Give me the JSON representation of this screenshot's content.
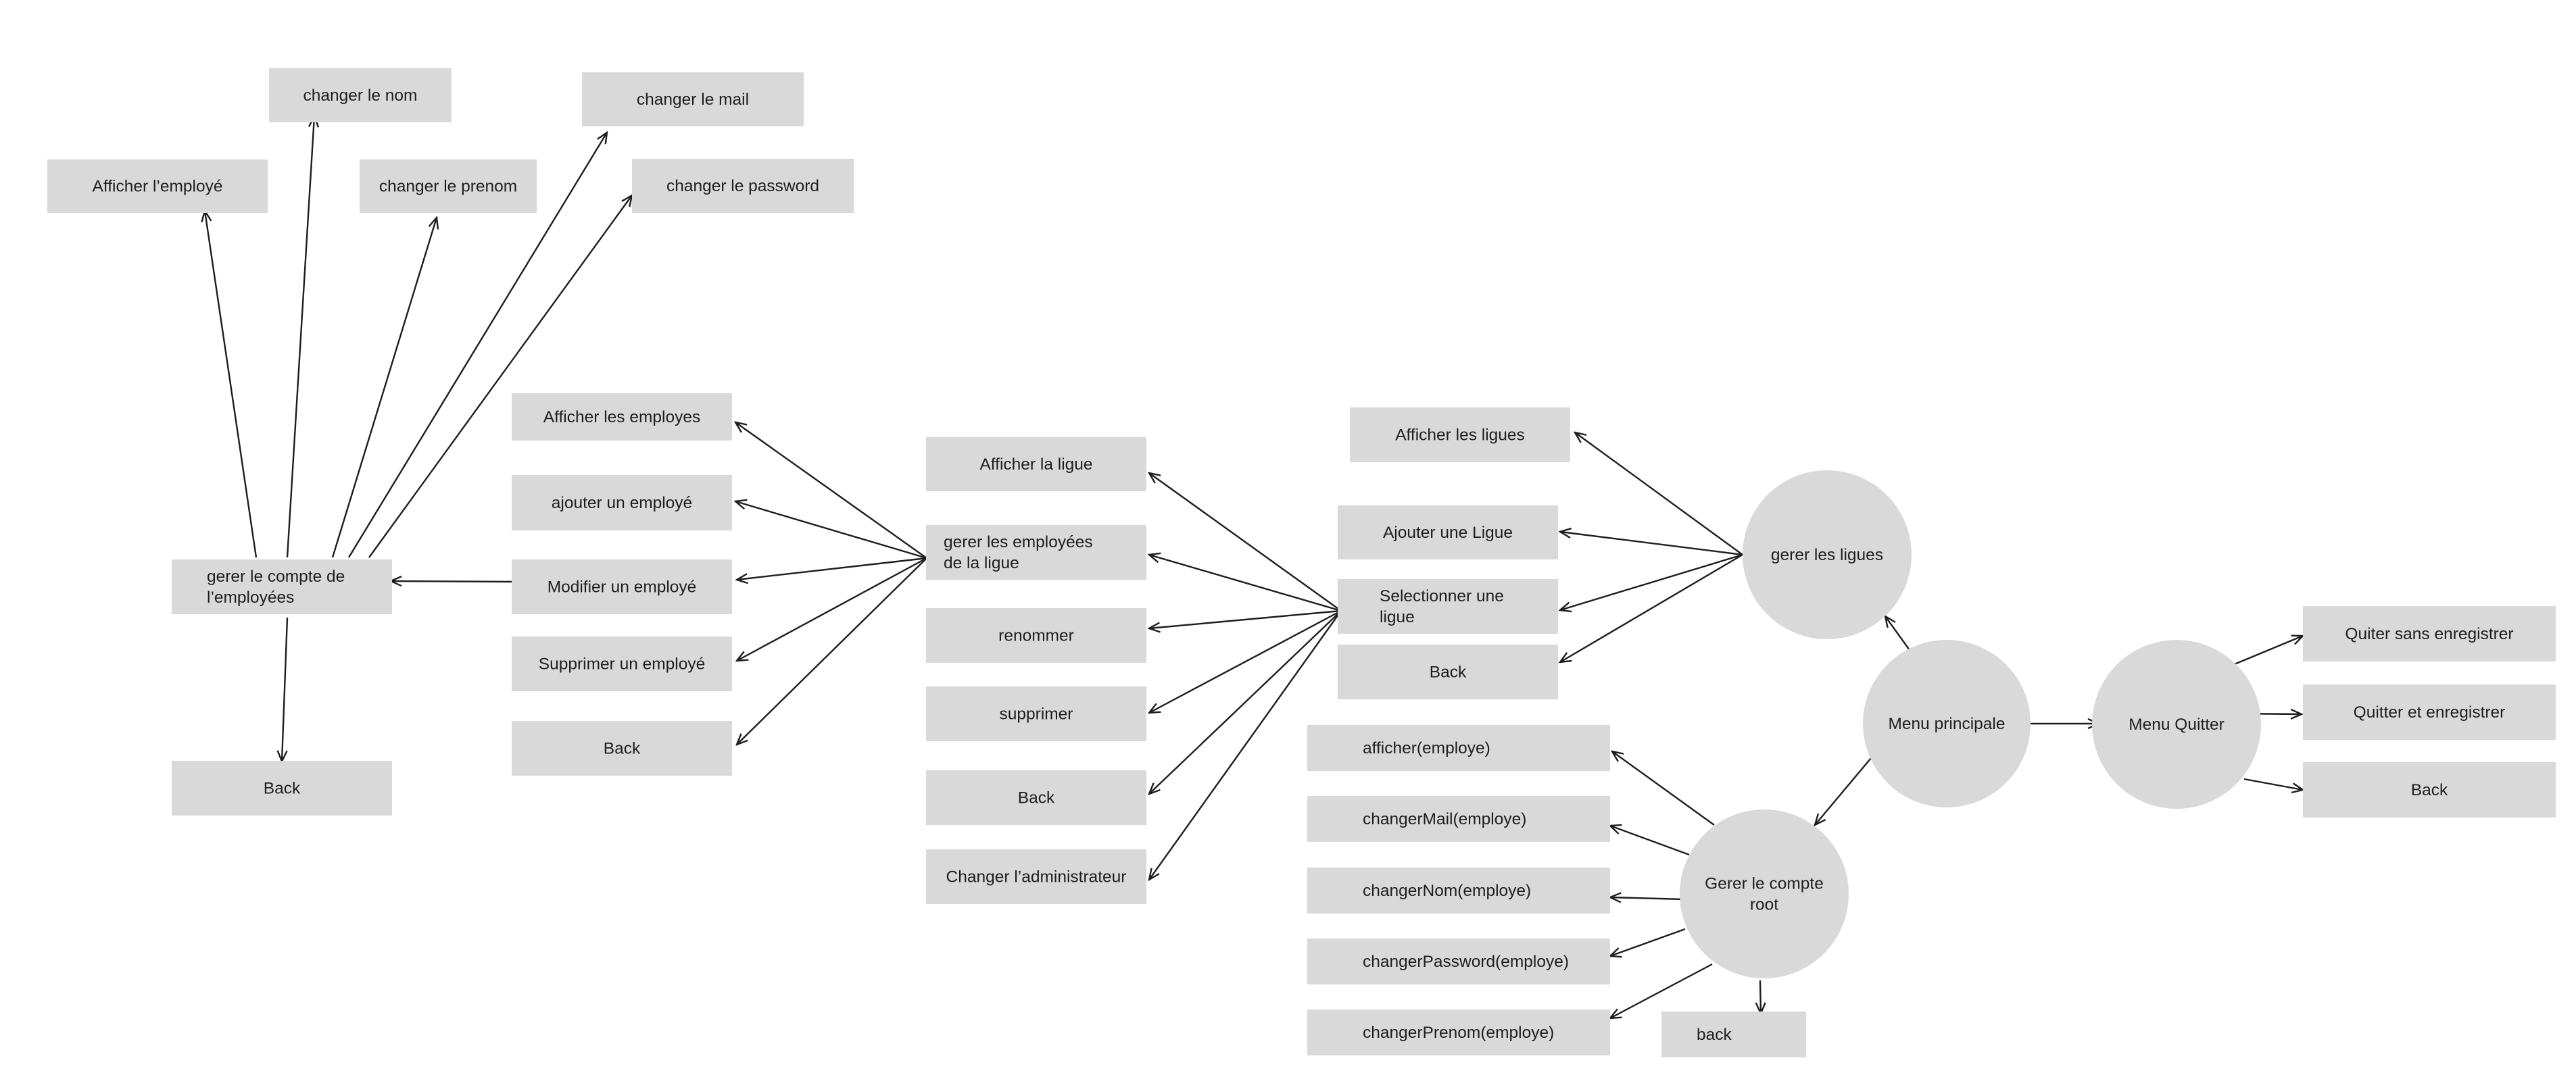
{
  "diagram": {
    "nodes": {
      "n_afficher_employe": {
        "lines": [
          "Afficher l’employé"
        ],
        "shape": "rect"
      },
      "n_changer_nom": {
        "lines": [
          "changer le nom"
        ],
        "shape": "rect"
      },
      "n_changer_prenom": {
        "lines": [
          "changer le prenom"
        ],
        "shape": "rect"
      },
      "n_changer_mail": {
        "lines": [
          "changer le mail"
        ],
        "shape": "rect"
      },
      "n_changer_password": {
        "lines": [
          "changer le password"
        ],
        "shape": "rect"
      },
      "n_gerer_compte_employees": {
        "lines": [
          "gerer le compte de",
          "l’employées"
        ],
        "shape": "rect"
      },
      "n_back_1": {
        "lines": [
          "Back"
        ],
        "shape": "rect"
      },
      "n_afficher_employes": {
        "lines": [
          "Afficher les employes"
        ],
        "shape": "rect"
      },
      "n_ajouter_employe": {
        "lines": [
          "ajouter un employé"
        ],
        "shape": "rect"
      },
      "n_modifier_employe": {
        "lines": [
          "Modifier un employé"
        ],
        "shape": "rect"
      },
      "n_supprimer_employe": {
        "lines": [
          "Supprimer un employé"
        ],
        "shape": "rect"
      },
      "n_back_2": {
        "lines": [
          "Back"
        ],
        "shape": "rect"
      },
      "n_afficher_ligue": {
        "lines": [
          "Afficher la ligue"
        ],
        "shape": "rect"
      },
      "n_gerer_employees_ligue": {
        "lines": [
          "gerer les employées",
          "de la ligue"
        ],
        "shape": "rect"
      },
      "n_renommer": {
        "lines": [
          "renommer"
        ],
        "shape": "rect"
      },
      "n_supprimer": {
        "lines": [
          "supprimer"
        ],
        "shape": "rect"
      },
      "n_back_3": {
        "lines": [
          "Back"
        ],
        "shape": "rect"
      },
      "n_changer_admin": {
        "lines": [
          "Changer l’administrateur"
        ],
        "shape": "rect"
      },
      "n_afficher_ligues": {
        "lines": [
          "Afficher les ligues"
        ],
        "shape": "rect"
      },
      "n_ajouter_ligue": {
        "lines": [
          "Ajouter une Ligue"
        ],
        "shape": "rect"
      },
      "n_selectionner_ligue": {
        "lines": [
          "Selectionner une",
          "ligue"
        ],
        "shape": "rect"
      },
      "n_back_4": {
        "lines": [
          "Back"
        ],
        "shape": "rect"
      },
      "n_afficher_fn": {
        "lines": [
          "afficher(employe)"
        ],
        "shape": "rect"
      },
      "n_changer_mail_fn": {
        "lines": [
          "changerMail(employe)"
        ],
        "shape": "rect"
      },
      "n_changer_nom_fn": {
        "lines": [
          "changerNom(employe)"
        ],
        "shape": "rect"
      },
      "n_changer_password_fn": {
        "lines": [
          "changerPassword(employe)"
        ],
        "shape": "rect"
      },
      "n_changer_prenom_fn": {
        "lines": [
          "changerPrenom(employe)"
        ],
        "shape": "rect"
      },
      "n_back_5": {
        "lines": [
          "back"
        ],
        "shape": "rect"
      },
      "n_gerer_ligues": {
        "lines": [
          "gerer les ligues"
        ],
        "shape": "circle"
      },
      "n_menu_principale": {
        "lines": [
          "Menu principale"
        ],
        "shape": "circle"
      },
      "n_menu_quitter": {
        "lines": [
          "Menu Quitter"
        ],
        "shape": "circle"
      },
      "n_gerer_root": {
        "lines": [
          "Gerer le compte",
          "root"
        ],
        "shape": "circle"
      },
      "n_quitter_sans": {
        "lines": [
          "Quiter sans enregistrer"
        ],
        "shape": "rect"
      },
      "n_quitter_et": {
        "lines": [
          "Quitter et enregistrer"
        ],
        "shape": "rect"
      },
      "n_back_6": {
        "lines": [
          "Back"
        ],
        "shape": "rect"
      }
    },
    "edges": [
      {
        "from": "n_gerer_compte_employees",
        "to": "n_afficher_employe"
      },
      {
        "from": "n_gerer_compte_employees",
        "to": "n_changer_nom"
      },
      {
        "from": "n_gerer_compte_employees",
        "to": "n_changer_prenom"
      },
      {
        "from": "n_gerer_compte_employees",
        "to": "n_changer_mail"
      },
      {
        "from": "n_gerer_compte_employees",
        "to": "n_changer_password"
      },
      {
        "from": "n_gerer_compte_employees",
        "to": "n_back_1"
      },
      {
        "from": "n_modifier_employe",
        "to": "n_gerer_compte_employees"
      },
      {
        "from": "n_gerer_employees_ligue",
        "to": "n_afficher_employes"
      },
      {
        "from": "n_gerer_employees_ligue",
        "to": "n_ajouter_employe"
      },
      {
        "from": "n_gerer_employees_ligue",
        "to": "n_modifier_employe"
      },
      {
        "from": "n_gerer_employees_ligue",
        "to": "n_supprimer_employe"
      },
      {
        "from": "n_gerer_employees_ligue",
        "to": "n_back_2"
      },
      {
        "from": "n_selectionner_ligue",
        "to": "n_afficher_ligue"
      },
      {
        "from": "n_selectionner_ligue",
        "to": "n_gerer_employees_ligue"
      },
      {
        "from": "n_selectionner_ligue",
        "to": "n_renommer"
      },
      {
        "from": "n_selectionner_ligue",
        "to": "n_supprimer"
      },
      {
        "from": "n_selectionner_ligue",
        "to": "n_back_3"
      },
      {
        "from": "n_selectionner_ligue",
        "to": "n_changer_admin"
      },
      {
        "from": "n_gerer_ligues",
        "to": "n_afficher_ligues"
      },
      {
        "from": "n_gerer_ligues",
        "to": "n_ajouter_ligue"
      },
      {
        "from": "n_gerer_ligues",
        "to": "n_selectionner_ligue"
      },
      {
        "from": "n_gerer_ligues",
        "to": "n_back_4"
      },
      {
        "from": "n_menu_principale",
        "to": "n_gerer_ligues"
      },
      {
        "from": "n_menu_principale",
        "to": "n_menu_quitter"
      },
      {
        "from": "n_menu_principale",
        "to": "n_gerer_root"
      },
      {
        "from": "n_menu_quitter",
        "to": "n_quitter_sans"
      },
      {
        "from": "n_menu_quitter",
        "to": "n_quitter_et"
      },
      {
        "from": "n_menu_quitter",
        "to": "n_back_6"
      },
      {
        "from": "n_gerer_root",
        "to": "n_afficher_fn"
      },
      {
        "from": "n_gerer_root",
        "to": "n_changer_mail_fn"
      },
      {
        "from": "n_gerer_root",
        "to": "n_changer_nom_fn"
      },
      {
        "from": "n_gerer_root",
        "to": "n_changer_password_fn"
      },
      {
        "from": "n_gerer_root",
        "to": "n_changer_prenom_fn"
      },
      {
        "from": "n_gerer_root",
        "to": "n_back_5"
      }
    ]
  }
}
